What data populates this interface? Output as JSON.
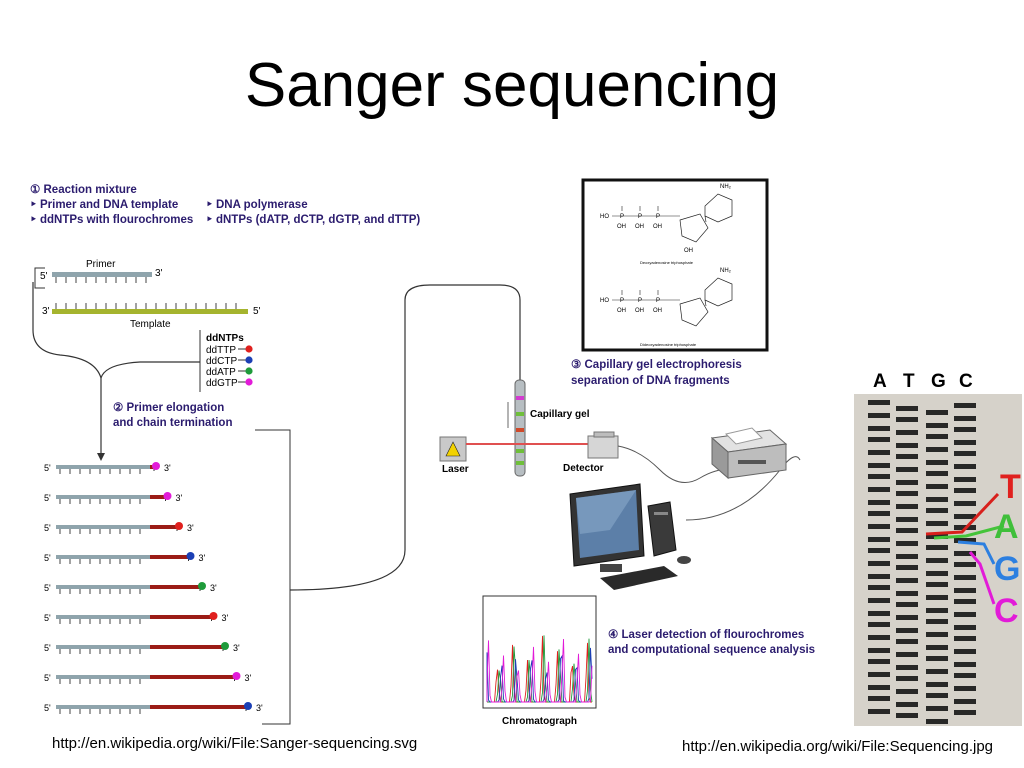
{
  "slide": {
    "title": "Sanger sequencing",
    "credit_left": "http://en.wikipedia.org/wiki/File:Sanger-sequencing.svg",
    "credit_right": "http://en.wikipedia.org/wiki/File:Sequencing.jpg"
  },
  "diagram": {
    "step1": {
      "heading": "① Reaction mixture",
      "bullets": [
        "‣ Primer and DNA template",
        "‣ DNA polymerase",
        "‣ ddNTPs with flourochromes",
        "‣ dNTPs (dATP, dCTP, dGTP, and dTTP)"
      ]
    },
    "primer_label": "Primer",
    "template_label": "Template",
    "five_prime": "5'",
    "three_prime": "3'",
    "ddntps": {
      "heading": "ddNTPs",
      "items": [
        {
          "label": "ddTTP",
          "color": "#e0201e"
        },
        {
          "label": "ddCTP",
          "color": "#1b3fb5"
        },
        {
          "label": "ddATP",
          "color": "#1e9b3a"
        },
        {
          "label": "ddGTP",
          "color": "#e21bd8"
        }
      ]
    },
    "step2": {
      "line1": "② Primer elongation",
      "line2": "and chain termination"
    },
    "fragment_cap_colors": [
      "#e21bd8",
      "#e21bd8",
      "#e0201e",
      "#1b3fb5",
      "#1e9b3a",
      "#e0201e",
      "#1e9b3a",
      "#e21bd8",
      "#1b3fb5"
    ],
    "step3": {
      "line1": "③ Capillary gel electrophoresis",
      "line2": "separation of DNA fragments"
    },
    "capillary_label": "Capillary gel",
    "laser_label": "Laser",
    "detector_label": "Detector",
    "step4": {
      "line1": "④ Laser detection of flourochromes",
      "line2": "and computational sequence analysis"
    },
    "chromatograph_label": "Chromatograph",
    "molecule_labels": {
      "nh2": "NH₂",
      "oh": "OH",
      "ho": "HO",
      "top_caption": "Deoxyadenosine triphosphate",
      "bottom_caption": "Dideoxyadenosine triphosphate"
    }
  },
  "gel_photo": {
    "lanes": [
      {
        "letter": "A",
        "color": "#1e9b3a"
      },
      {
        "letter": "T",
        "color": "#c81e1e"
      },
      {
        "letter": "G",
        "color": "#1b3fb5"
      },
      {
        "letter": "C",
        "color": "#d41bd0"
      }
    ],
    "read_letters": [
      {
        "letter": "T",
        "color": "#e0201e"
      },
      {
        "letter": "A",
        "color": "#3fbf3a"
      },
      {
        "letter": "G",
        "color": "#2c7fe0"
      },
      {
        "letter": "C",
        "color": "#e21bd8"
      }
    ]
  }
}
